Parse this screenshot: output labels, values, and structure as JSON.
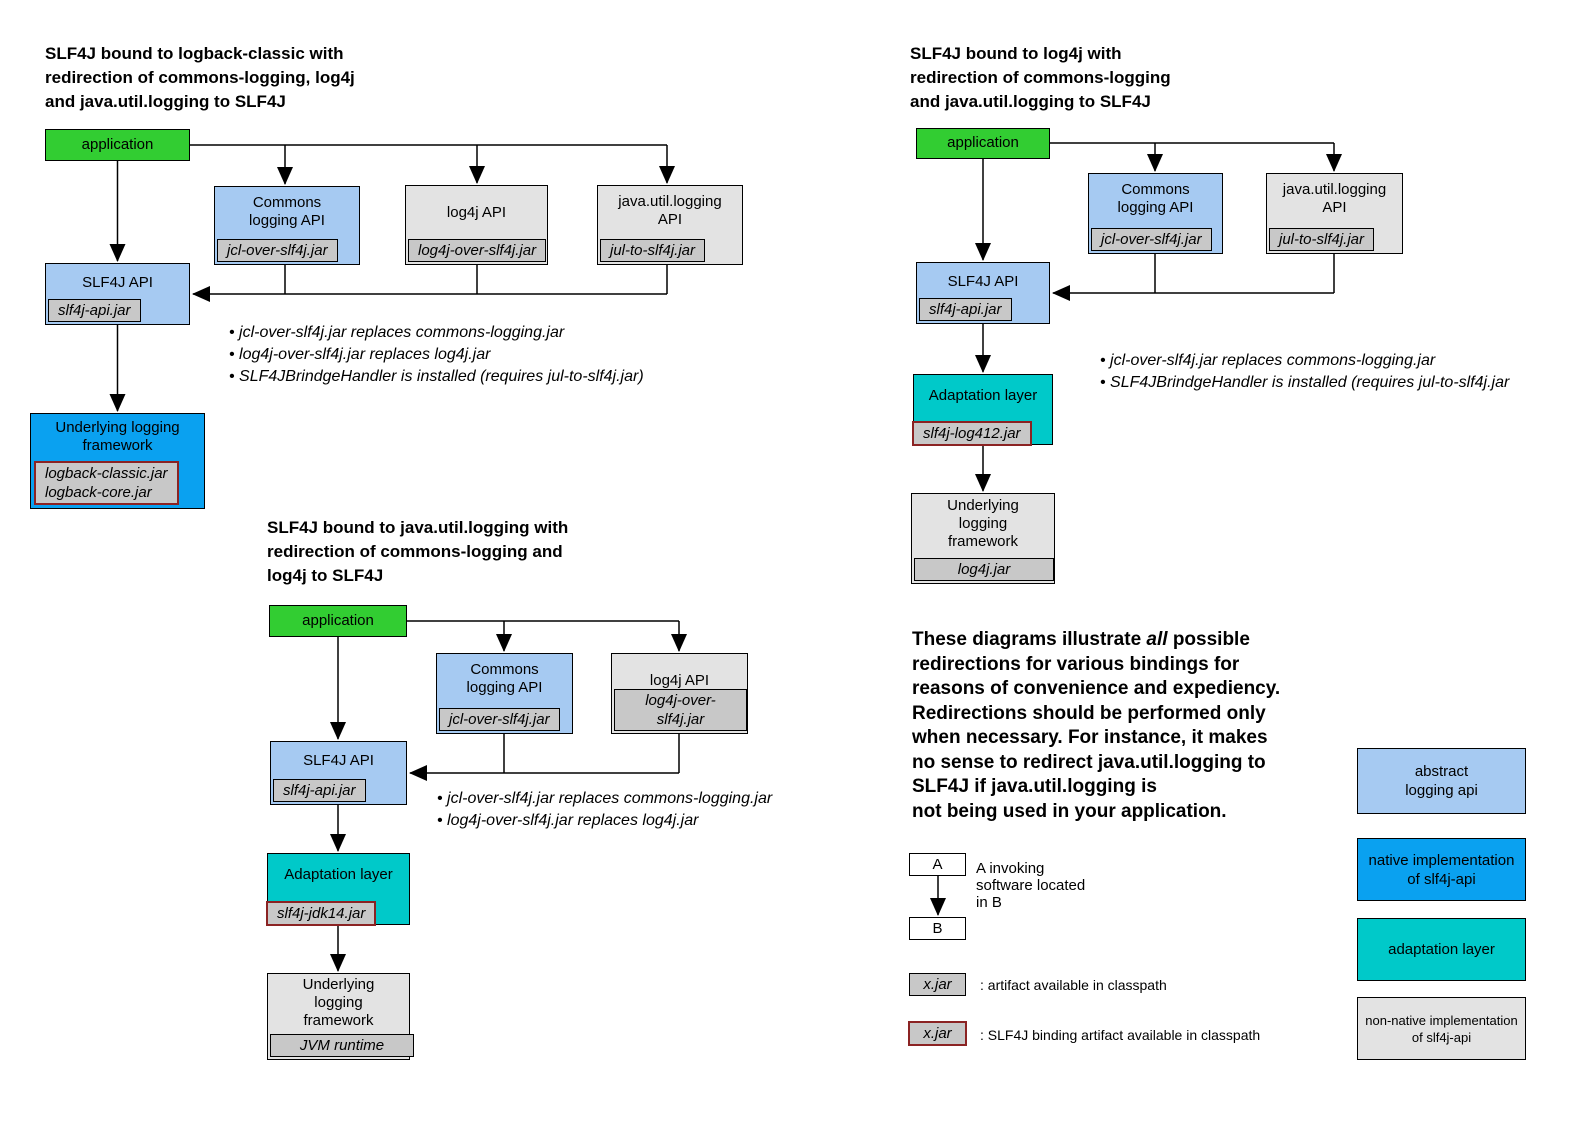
{
  "diagram_logback": {
    "title": "SLF4J bound to logback-classic with\nredirection of commons-logging, log4j\nand java.util.logging to SLF4J",
    "application": "application",
    "commons_label": "Commons\nlogging API",
    "commons_jar": "jcl-over-slf4j.jar",
    "log4j_label": "log4j API",
    "log4j_jar": "log4j-over-slf4j.jar",
    "jul_label": "java.util.logging\nAPI",
    "jul_jar": "jul-to-slf4j.jar",
    "slf4j_label": "SLF4J API",
    "slf4j_jar": "slf4j-api.jar",
    "underlying_label": "Underlying logging\nframework",
    "underlying_jar": "logback-classic.jar\nlogback-core.jar",
    "notes": [
      "• jcl-over-slf4j.jar replaces commons-logging.jar",
      "• log4j-over-slf4j.jar replaces log4j.jar",
      "• SLF4JBrindgeHandler is installed (requires jul-to-slf4j.jar)"
    ]
  },
  "diagram_log4j": {
    "title": "SLF4J bound to log4j with\nredirection of commons-logging\nand java.util.logging to SLF4J",
    "application": "application",
    "commons_label": "Commons\nlogging API",
    "commons_jar": "jcl-over-slf4j.jar",
    "jul_label": "java.util.logging\nAPI",
    "jul_jar": "jul-to-slf4j.jar",
    "slf4j_label": "SLF4J API",
    "slf4j_jar": "slf4j-api.jar",
    "adaptation_label": "Adaptation layer",
    "adaptation_jar": "slf4j-log412.jar",
    "underlying_label": "Underlying\nlogging\nframework",
    "underlying_jar": "log4j.jar",
    "notes": [
      "• jcl-over-slf4j.jar replaces commons-logging.jar",
      "• SLF4JBrindgeHandler is installed (requires jul-to-slf4j.jar"
    ]
  },
  "diagram_jul": {
    "title": "SLF4J bound to java.util.logging with\nredirection of commons-logging and\nlog4j to SLF4J",
    "application": "application",
    "commons_label": "Commons\nlogging API",
    "commons_jar": "jcl-over-slf4j.jar",
    "log4j_label": "log4j API",
    "log4j_jar": "log4j-over-slf4j.jar",
    "slf4j_label": "SLF4J API",
    "slf4j_jar": "slf4j-api.jar",
    "adaptation_label": "Adaptation layer",
    "adaptation_jar": "slf4j-jdk14.jar",
    "underlying_label": "Underlying\nlogging\nframework",
    "underlying_jar": "JVM runtime",
    "notes": [
      "• jcl-over-slf4j.jar replaces commons-logging.jar",
      "• log4j-over-slf4j.jar replaces log4j.jar"
    ]
  },
  "paragraph": {
    "line1_pre": "These diagrams illustrate ",
    "line1_emph": "all",
    "line1_post": " possible",
    "lines_rest": "redirections for various bindings for\nreasons of convenience and expediency.\nRedirections should be performed only\nwhen necessary. For instance, it makes\nno sense to redirect java.util.logging to\nSLF4J if java.util.logging is\nnot being used in your application."
  },
  "legend": {
    "a": "A",
    "b": "B",
    "ab_caption": "A invoking\nsoftware located\nin B",
    "jar": "x.jar",
    "jar_caption": ": artifact available in classpath",
    "binding_jar": "x.jar",
    "binding_caption": ": SLF4J binding artifact available in classpath"
  },
  "color_legend": [
    {
      "label": "abstract\nlogging api",
      "color": "#A6CAF2"
    },
    {
      "label": "native implementation\nof slf4j-api",
      "color": "#0AA1F0"
    },
    {
      "label": "adaptation layer",
      "color": "#00C9C9"
    },
    {
      "label": "non-native implementation\nof slf4j-api",
      "color": "#E3E3E3"
    }
  ],
  "colors": {
    "application_green": "#32CD32",
    "abstract_api_blue": "#A6CAF2",
    "native_impl_blue": "#0AA1F0",
    "adaptation_teal": "#00C9C9",
    "non_native_gray": "#E3E3E3",
    "jar_tag_gray": "#C8C8C8",
    "binding_border_red": "#8B2323"
  }
}
